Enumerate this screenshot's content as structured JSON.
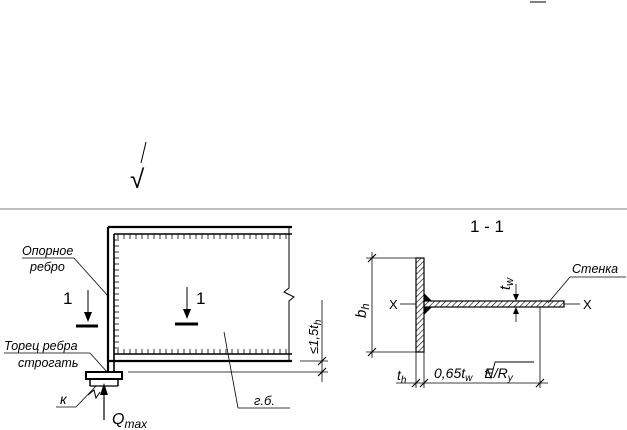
{
  "top_fragment": {
    "radical_symbol": "√"
  },
  "left_view": {
    "support_rib_label_line1": "Опорное",
    "support_rib_label_line2": "ребро",
    "section_mark_left": "1",
    "section_mark_center": "1",
    "plane_end_label_line1": "Торец ребра",
    "plane_end_label_line2": "строгать",
    "weld_label": "к",
    "reaction_label": "Q",
    "reaction_subscript": "max",
    "height_limit_label": "≤1,5t",
    "height_limit_subscript": "h",
    "flange_edge_label": "г.б."
  },
  "section_view": {
    "title": "1 - 1",
    "web_label": "Стенка",
    "web_thickness_label": "t",
    "web_thickness_subscript": "w",
    "rib_width_label": "b",
    "rib_width_subscript": "h",
    "rib_thickness_label": "t",
    "rib_thickness_subscript": "h",
    "axis_left": "X",
    "axis_right": "X",
    "effective_width_prefix": "0,65t",
    "effective_width_sub_w": "w",
    "effective_width_formula": "E/R",
    "effective_width_sub_y": "y"
  },
  "colors": {
    "line": "#000000",
    "separator": "#7f7f7f",
    "weld_fill": "#000000"
  }
}
